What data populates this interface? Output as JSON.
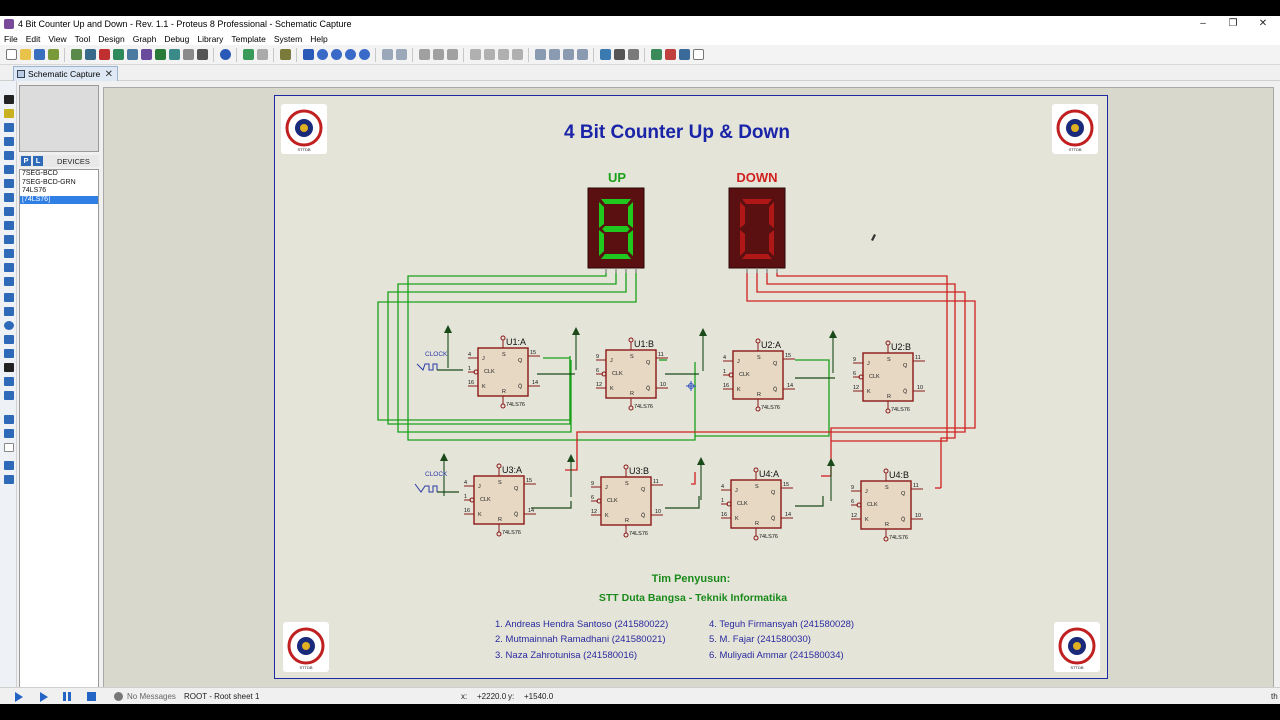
{
  "window": {
    "title": "4 Bit Counter Up and Down - Rev. 1.1 - Proteus 8 Professional - Schematic Capture",
    "minimize": "–",
    "maximize": "❐",
    "close": "✕"
  },
  "menu": [
    "File",
    "Edit",
    "View",
    "Tool",
    "Design",
    "Graph",
    "Debug",
    "Library",
    "Template",
    "System",
    "Help"
  ],
  "tab": {
    "label": "Schematic Capture",
    "close": "✕"
  },
  "devices": {
    "p_label": "P",
    "l_label": "L",
    "header": "DEVICES",
    "items": [
      "7SEG-BCD",
      "7SEG-BCD-GRN",
      "74LS76",
      "[74LS76]"
    ],
    "selected_index": 3
  },
  "schematic": {
    "title": "4 Bit Counter Up & Down",
    "up_label": "UP",
    "down_label": "DOWN",
    "clock_label": "CLOCK",
    "colors": {
      "up": "#1aa01a",
      "down": "#d02020",
      "title": "#1a24a8",
      "wire_dark": "#1a4a1a"
    },
    "flipflops": [
      {
        "name": "U1:A",
        "part": "74LS76",
        "pins": [
          "4",
          "15",
          "1",
          "16",
          "14"
        ]
      },
      {
        "name": "U1:B",
        "part": "74LS76",
        "pins": [
          "9",
          "11",
          "6",
          "12",
          "10"
        ]
      },
      {
        "name": "U2:A",
        "part": "74LS76",
        "pins": [
          "4",
          "15",
          "1",
          "16",
          "14"
        ]
      },
      {
        "name": "U2:B",
        "part": "74LS76",
        "pins": [
          "9",
          "11",
          "6",
          "12",
          "10"
        ]
      },
      {
        "name": "U3:A",
        "part": "74LS76",
        "pins": [
          "4",
          "15",
          "1",
          "16",
          "14"
        ]
      },
      {
        "name": "U3:B",
        "part": "74LS76",
        "pins": [
          "9",
          "11",
          "6",
          "12",
          "10"
        ]
      },
      {
        "name": "U4:A",
        "part": "74LS76",
        "pins": [
          "4",
          "15",
          "1",
          "16",
          "14"
        ]
      },
      {
        "name": "U4:B",
        "part": "74LS76",
        "pins": [
          "9",
          "11",
          "6",
          "12",
          "10"
        ]
      }
    ],
    "ff_pin_labels": {
      "j": "J",
      "k": "K",
      "clk": "CLK",
      "q": "Q",
      "qbar": "Q̄",
      "set": "S",
      "reset": "R"
    },
    "team_heading": "Tim Penyusun:",
    "institution": "STT Duta Bangsa - Teknik Informatika",
    "members": [
      "1. Andreas Hendra Santoso (241580022)",
      "2. Mutmainnah Ramadhani (241580021)",
      "3. Naza Zahrotunisa (241580016)",
      "4. Teguh Firmansyah (241580028)",
      "5. M. Fajar (241580030)",
      "6. Muliyadi Ammar (241580034)"
    ],
    "logo_text": "STTDB"
  },
  "status": {
    "messages": "No Messages",
    "sheet": "ROOT - Root sheet 1",
    "x_label": "x:",
    "x_value": "+2220.0",
    "y_label": "y:",
    "y_value": "+1540.0",
    "units": "th"
  }
}
